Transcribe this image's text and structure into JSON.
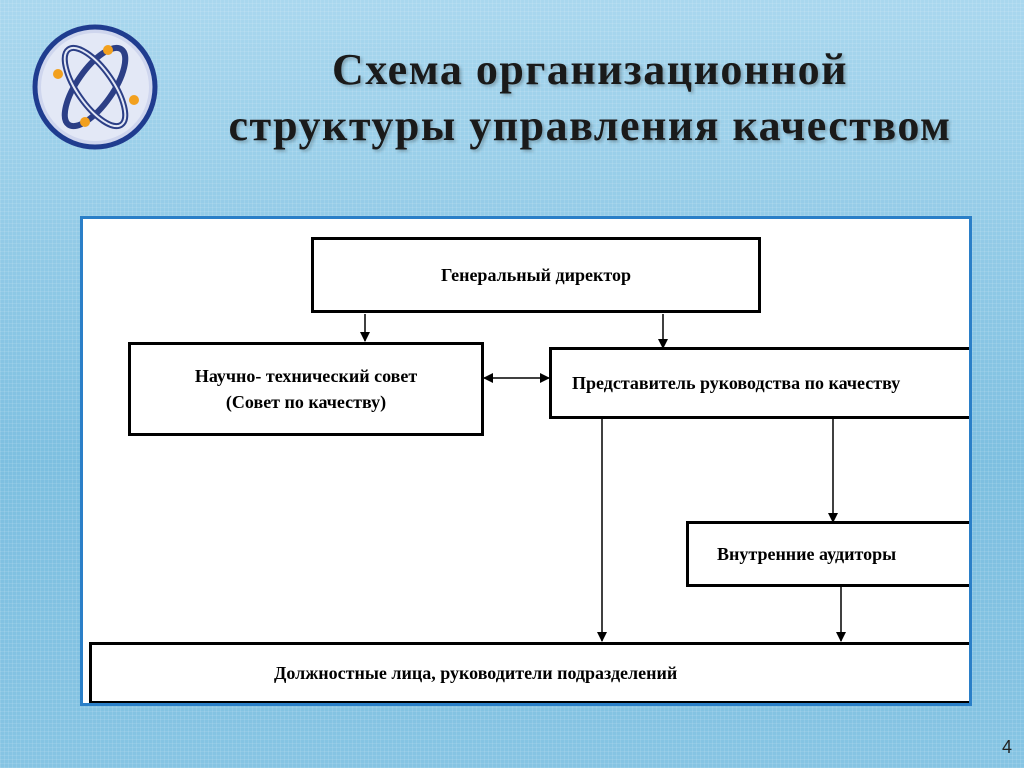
{
  "slide": {
    "title_line1": "Схема организационной",
    "title_line2": "структуры управления качеством",
    "page_number": "4"
  },
  "org_chart": {
    "nodes": {
      "general_director": "Генеральный директор",
      "scientific_council_line1": "Научно- технический совет",
      "scientific_council_line2": "(Совет по качеству)",
      "quality_representative": "Представитель руководства по качеству",
      "internal_auditors": "Внутренние аудиторы",
      "officials": "Должностные лица, руководители подразделений"
    },
    "edges": [
      {
        "from": "general_director",
        "to": "scientific_council",
        "type": "arrow"
      },
      {
        "from": "general_director",
        "to": "quality_representative",
        "type": "arrow"
      },
      {
        "from": "scientific_council",
        "to": "quality_representative",
        "type": "double-arrow"
      },
      {
        "from": "quality_representative",
        "to": "internal_auditors",
        "type": "arrow"
      },
      {
        "from": "quality_representative",
        "to": "officials",
        "type": "arrow"
      },
      {
        "from": "internal_auditors",
        "to": "officials",
        "type": "arrow"
      }
    ]
  },
  "colors": {
    "background": "#8ec9e6",
    "panel_border": "#2a7fc8",
    "logo_accent": "#f2a01e"
  }
}
